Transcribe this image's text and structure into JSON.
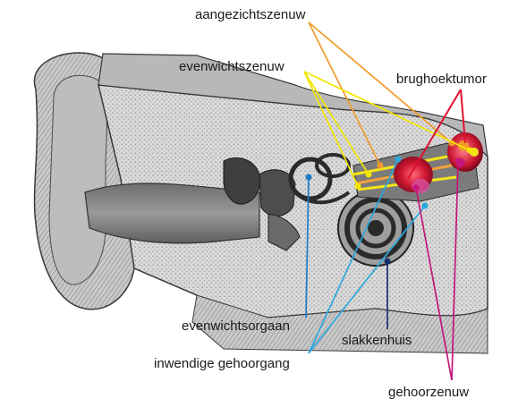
{
  "labels": {
    "aangezichtszenuw": "aangezichtszenuw",
    "evenwichtszenuw": "evenwichtszenuw",
    "brughoektumor": "brughoektumor",
    "evenwichtsorgaan": "evenwichtsorgaan",
    "slakkenhuis": "slakkenhuis",
    "inwendige_gehoorgang": "inwendige gehoorgang",
    "gehoorzenuw": "gehoorzenuw"
  },
  "colors": {
    "aangezichtszenuw": "#f39a2a",
    "evenwichtszenuw": "#f2e600",
    "brughoektumor": "#e0102e",
    "evenwichtsorgaan": "#1e7cc8",
    "slakkenhuis": "#15306e",
    "inwendige_gehoorgang": "#2aa7dd",
    "gehoorzenuw": "#c4167a"
  }
}
